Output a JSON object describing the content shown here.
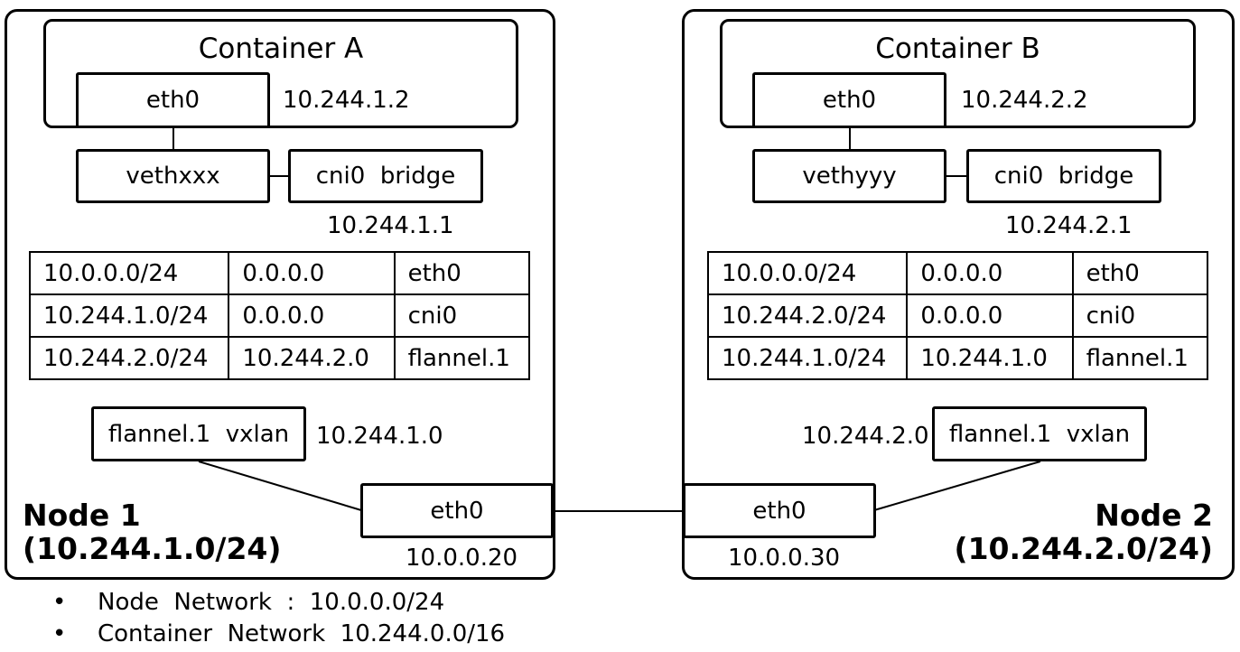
{
  "node1": {
    "title": "Node 1",
    "subnet": "(10.244.1.0/24)",
    "container_title": "Container A",
    "container_eth": "eth0",
    "container_ip": "10.244.1.2",
    "veth": "vethxxx",
    "bridge": "cni0  bridge",
    "bridge_ip": "10.244.1.1",
    "routes": [
      [
        "10.0.0.0/24",
        "0.0.0.0",
        "eth0"
      ],
      [
        "10.244.1.0/24",
        "0.0.0.0",
        "cni0"
      ],
      [
        "10.244.2.0/24",
        "10.244.2.0",
        "flannel.1"
      ]
    ],
    "flannel": "flannel.1  vxlan",
    "flannel_ip": "10.244.1.0",
    "host_eth": "eth0",
    "host_ip": "10.0.0.20"
  },
  "node2": {
    "title": "Node 2",
    "subnet": "(10.244.2.0/24)",
    "container_title": "Container B",
    "container_eth": "eth0",
    "container_ip": "10.244.2.2",
    "veth": "vethyyy",
    "bridge": "cni0  bridge",
    "bridge_ip": "10.244.2.1",
    "routes": [
      [
        "10.0.0.0/24",
        "0.0.0.0",
        "eth0"
      ],
      [
        "10.244.2.0/24",
        "0.0.0.0",
        "cni0"
      ],
      [
        "10.244.1.0/24",
        "10.244.1.0",
        "flannel.1"
      ]
    ],
    "flannel": "flannel.1  vxlan",
    "flannel_ip": "10.244.2.0",
    "host_eth": "eth0",
    "host_ip": "10.0.0.30"
  },
  "notes": [
    "Node  Network  :  10.0.0.0/24",
    "Container  Network  10.244.0.0/16"
  ]
}
